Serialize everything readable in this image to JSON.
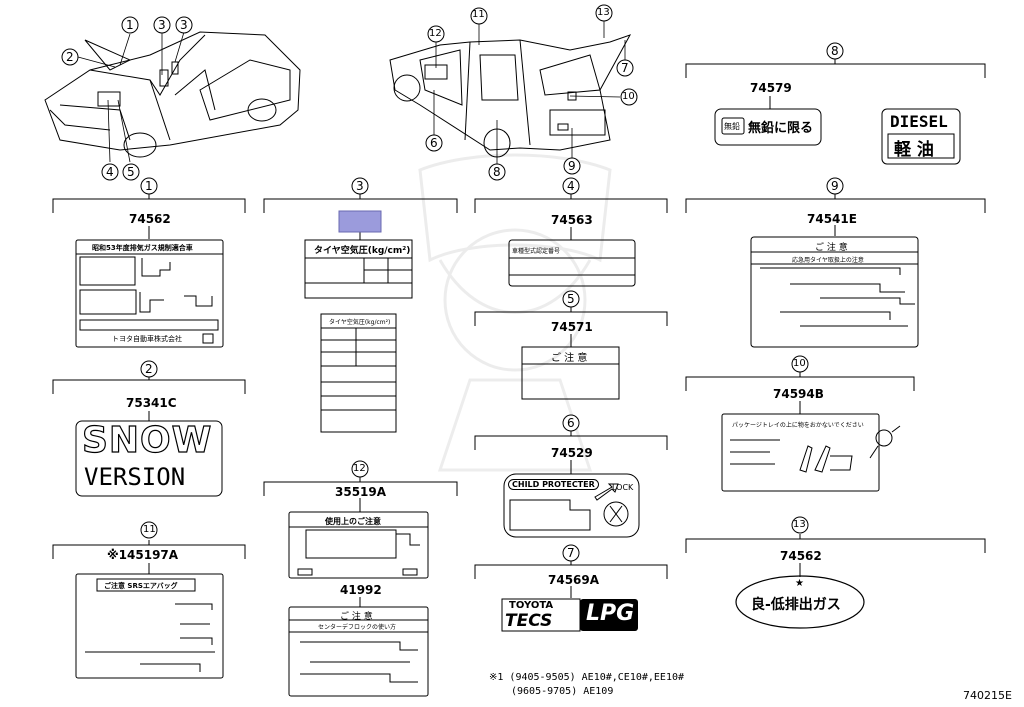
{
  "cars": {
    "front_callouts": [
      "1",
      "2",
      "3",
      "3",
      "4",
      "5"
    ],
    "rear_callouts": [
      "11",
      "12",
      "13",
      "7",
      "10",
      "6",
      "8",
      "9"
    ]
  },
  "groups": [
    {
      "id": "1",
      "parts": [
        {
          "pn": "74562",
          "text": [
            "昭和53年度排気ガス規制適合車",
            "トヨタ自動車株式会社"
          ]
        }
      ]
    },
    {
      "id": "2",
      "parts": [
        {
          "pn": "75341C",
          "text": [
            "SNOW",
            "VERSION"
          ]
        }
      ]
    },
    {
      "id": "3",
      "parts": [
        {
          "pn": "",
          "text": [
            "タイヤ空気圧(kg/cm²)"
          ]
        },
        {
          "pn": "",
          "text": [
            "タイヤ空気圧(kg/cm²)"
          ]
        }
      ]
    },
    {
      "id": "4",
      "parts": [
        {
          "pn": "74563",
          "text": [
            "車種型式認定番号"
          ]
        }
      ]
    },
    {
      "id": "5",
      "parts": [
        {
          "pn": "74571",
          "text": [
            "ご 注 意"
          ]
        }
      ]
    },
    {
      "id": "6",
      "parts": [
        {
          "pn": "74529",
          "text": [
            "CHILD PROTECTER",
            "LOCK"
          ]
        }
      ]
    },
    {
      "id": "7",
      "parts": [
        {
          "pn": "74569A",
          "text": [
            "TOYOTA",
            "TECS",
            "LPG"
          ]
        }
      ]
    },
    {
      "id": "8",
      "parts": [
        {
          "pn": "74579",
          "text": [
            "無鉛",
            "無鉛に限る"
          ]
        },
        {
          "pn": "",
          "text": [
            "DIESEL",
            "軽 油"
          ]
        }
      ]
    },
    {
      "id": "9",
      "parts": [
        {
          "pn": "74541E",
          "text": [
            "ご 注 意",
            "応急用タイヤ取扱上の注意"
          ]
        }
      ]
    },
    {
      "id": "10",
      "parts": [
        {
          "pn": "74594B",
          "text": [
            "パッケージトレイの上に物をおかないでください"
          ]
        }
      ]
    },
    {
      "id": "11",
      "parts": [
        {
          "pn": "※145197A",
          "text": [
            "ご注意 SRSエアバッグ"
          ]
        }
      ]
    },
    {
      "id": "12",
      "parts": [
        {
          "pn": "35519A",
          "text": [
            "使用上のご注意"
          ]
        },
        {
          "pn": "41992",
          "text": [
            "ご 注 意",
            "センターデフロックの使い方"
          ]
        }
      ]
    },
    {
      "id": "13",
      "parts": [
        {
          "pn": "74562",
          "text": [
            "★",
            "良-低排出ガス"
          ]
        }
      ]
    }
  ],
  "footnote": {
    "line1": "※1 (9405-9505) AE10#,CE10#,EE10#",
    "line2": "(9605-9705) AE109"
  },
  "diagram_code": "740215E"
}
